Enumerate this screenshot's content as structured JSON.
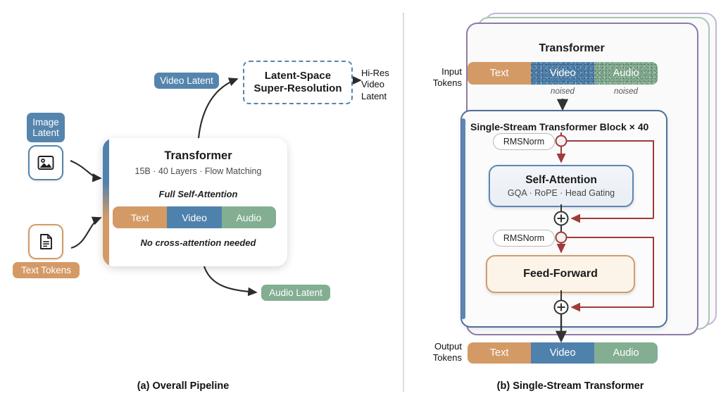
{
  "figure": {
    "left_caption": "(a) Overall Pipeline",
    "right_caption": "(b) Single-Stream Transformer"
  },
  "colors": {
    "text_token": "#d49a66",
    "video_token": "#4f81ad",
    "audio_token": "#83ae92",
    "block_border": "#4f6f99",
    "residual": "#9e3b3b",
    "card_front": "#8e7aa8",
    "card_mid": "#a9c4b4",
    "card_back": "#c3b6d6"
  },
  "pipeline": {
    "inputs": [
      {
        "label": "Image\nLatent",
        "icon": "image-icon",
        "color": "blue"
      },
      {
        "label": "Text Tokens",
        "icon": "document-icon",
        "color": "tan"
      }
    ],
    "image_latent_label": "Image Latent",
    "text_tokens_label": "Text Tokens",
    "transformer": {
      "title": "Transformer",
      "subtitle": "15B · 40 Layers · Flow Matching",
      "note_top": "Full Self-Attention",
      "note_bottom": "No cross-attention needed",
      "tokens": [
        "Text",
        "Video",
        "Audio"
      ]
    },
    "video_latent_label": "Video Latent",
    "super_resolution": {
      "line1": "Latent-Space",
      "line2": "Super-Resolution"
    },
    "hires_label": "Hi-Res\nVideo\nLatent",
    "hires_lines": [
      "Hi-Res",
      "Video",
      "Latent"
    ],
    "audio_latent_label": "Audio Latent"
  },
  "transformer_detail": {
    "title": "Transformer",
    "input_tokens_label": "Input\nTokens",
    "input_tokens_lines": [
      "Input",
      "Tokens"
    ],
    "output_tokens_label": "Output\nTokens",
    "output_tokens_lines": [
      "Output",
      "Tokens"
    ],
    "input_tokens": [
      {
        "name": "Text",
        "noised": false
      },
      {
        "name": "Video",
        "noised": true
      },
      {
        "name": "Audio",
        "noised": true
      }
    ],
    "output_tokens": [
      {
        "name": "Text"
      },
      {
        "name": "Video"
      },
      {
        "name": "Audio"
      }
    ],
    "noised_label": "noised",
    "block": {
      "title": "Single-Stream Transformer Block × 40",
      "norm_label": "RMSNorm",
      "attention": {
        "title": "Self-Attention",
        "subtitle": "GQA · RoPE · Head Gating"
      },
      "ffn": {
        "title": "Feed-Forward"
      },
      "add_symbol": "+"
    },
    "stack_count": 3
  }
}
